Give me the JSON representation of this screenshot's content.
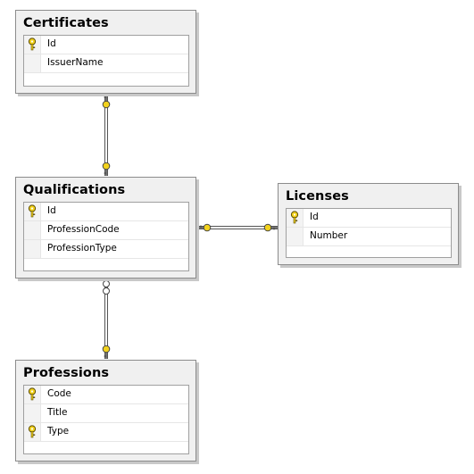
{
  "tables": {
    "certificates": {
      "title": "Certificates",
      "columns": [
        {
          "name": "Id",
          "key": true
        },
        {
          "name": "IssuerName",
          "key": false
        }
      ]
    },
    "qualifications": {
      "title": "Qualifications",
      "columns": [
        {
          "name": "Id",
          "key": true
        },
        {
          "name": "ProfessionCode",
          "key": false
        },
        {
          "name": "ProfessionType",
          "key": false
        }
      ]
    },
    "licenses": {
      "title": "Licenses",
      "columns": [
        {
          "name": "Id",
          "key": true
        },
        {
          "name": "Number",
          "key": false
        }
      ]
    },
    "professions": {
      "title": "Professions",
      "columns": [
        {
          "name": "Code",
          "key": true
        },
        {
          "name": "Title",
          "key": false
        },
        {
          "name": "Type",
          "key": true
        }
      ]
    }
  },
  "relationships": [
    {
      "from": "certificates",
      "to": "qualifications",
      "from_end": "one",
      "to_end": "one"
    },
    {
      "from": "qualifications",
      "to": "licenses",
      "from_end": "one",
      "to_end": "one"
    },
    {
      "from": "qualifications",
      "to": "professions",
      "from_end": "many",
      "to_end": "one"
    }
  ],
  "colors": {
    "key_icon": "#f2d21c",
    "table_bg": "#f0f0f0",
    "link": "#555555"
  }
}
